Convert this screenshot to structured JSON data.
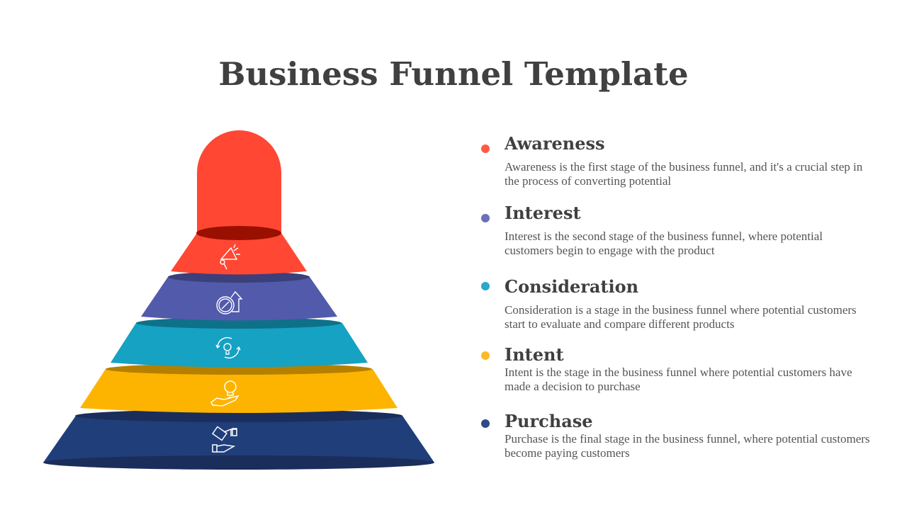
{
  "title": "Business Funnel Template",
  "stages": [
    {
      "name": "Awareness",
      "description": "Awareness is the first stage of the business funnel, and it's a crucial step in the process of converting potential",
      "color": "#ff4733",
      "icon": "megaphone-icon"
    },
    {
      "name": "Interest",
      "description": "Interest is the second stage of the business funnel, where potential customers begin to engage with the product",
      "color": "#6a6fb8",
      "icon": "discount-house-icon"
    },
    {
      "name": "Consideration",
      "description": "Consideration is a stage in the business funnel where potential customers start to evaluate and compare different products",
      "color": "#2aa9c8",
      "icon": "idea-cycle-icon"
    },
    {
      "name": "Intent",
      "description": "Intent is the stage in the business funnel where potential customers have made a decision to purchase",
      "color": "#fdb924",
      "icon": "hand-lightbulb-icon"
    },
    {
      "name": "Purchase",
      "description": "Purchase is the final stage in the business funnel, where potential customers become paying customers",
      "color": "#2f4a86",
      "icon": "handshake-money-icon"
    }
  ]
}
